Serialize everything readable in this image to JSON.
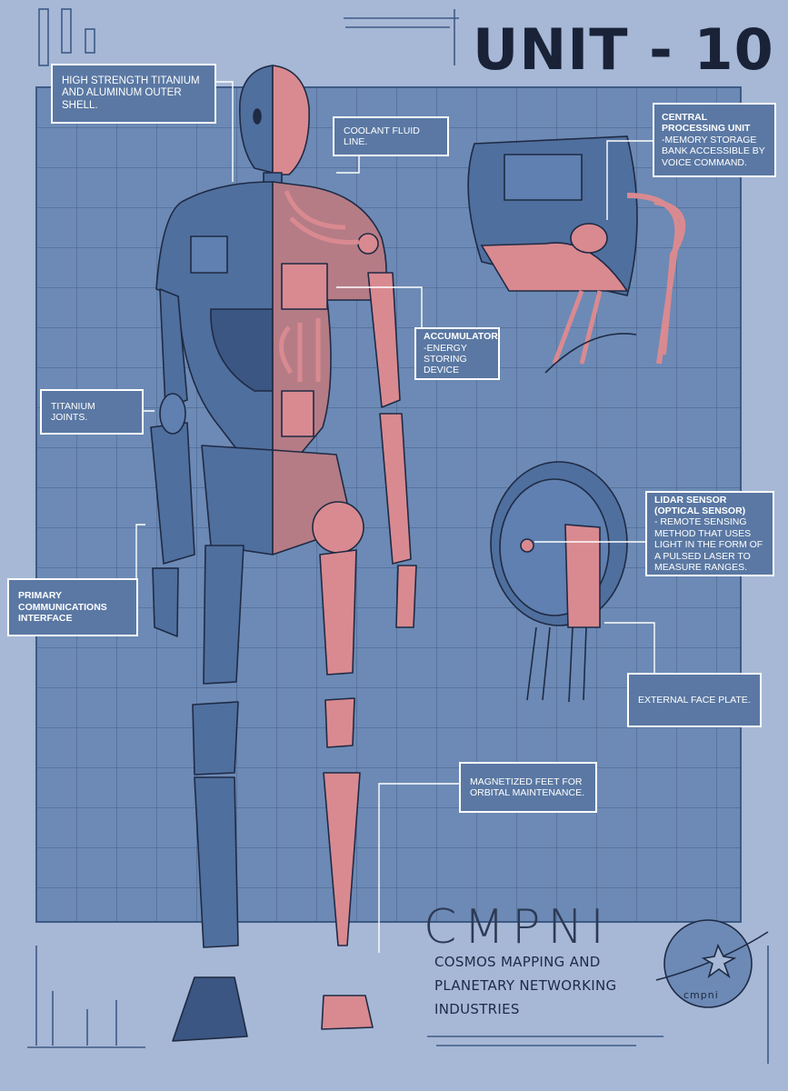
{
  "title": "UNIT - 10",
  "labels": {
    "shell": "HIGH STRENGTH TITANIUM AND ALUMINUM OUTER SHELL.",
    "coolant": "COOLANT FLUID LINE.",
    "cpu_title": "CENTRAL PROCESSING UNIT",
    "cpu_desc": "-MEMORY STORAGE BANK ACCESSIBLE BY VOICE COMMAND.",
    "accumulator_title": "ACCUMULATOR",
    "accumulator_desc": "-ENERGY STORING DEVICE",
    "joints": "TITANIUM JOINTS.",
    "lidar_title": "LIDAR SENSOR (OPTICAL SENSOR)",
    "lidar_desc": "- REMOTE SENSING METHOD THAT USES LIGHT IN THE FORM OF A PULSED LASER TO MEASURE RANGES.",
    "comms": "PRIMARY COMMUNICATIONS INTERFACE",
    "faceplate": "EXTERNAL FACE PLATE.",
    "feet": "MAGNETIZED FEET FOR ORBITAL MAINTENANCE."
  },
  "company": {
    "acronym": "CMPNI",
    "line1": "COSMOS MAPPING AND",
    "line2": "PLANETARY NETWORKING",
    "line3": "INDUSTRIES",
    "logo_text": "cmpni"
  },
  "colors": {
    "background": "#a6b8d6",
    "grid_panel": "#6c8ab5",
    "robot_blue": "#4f6f9e",
    "robot_pink": "#d98a90",
    "label_fill": "#5a78a3",
    "ink": "#1f2a44"
  }
}
